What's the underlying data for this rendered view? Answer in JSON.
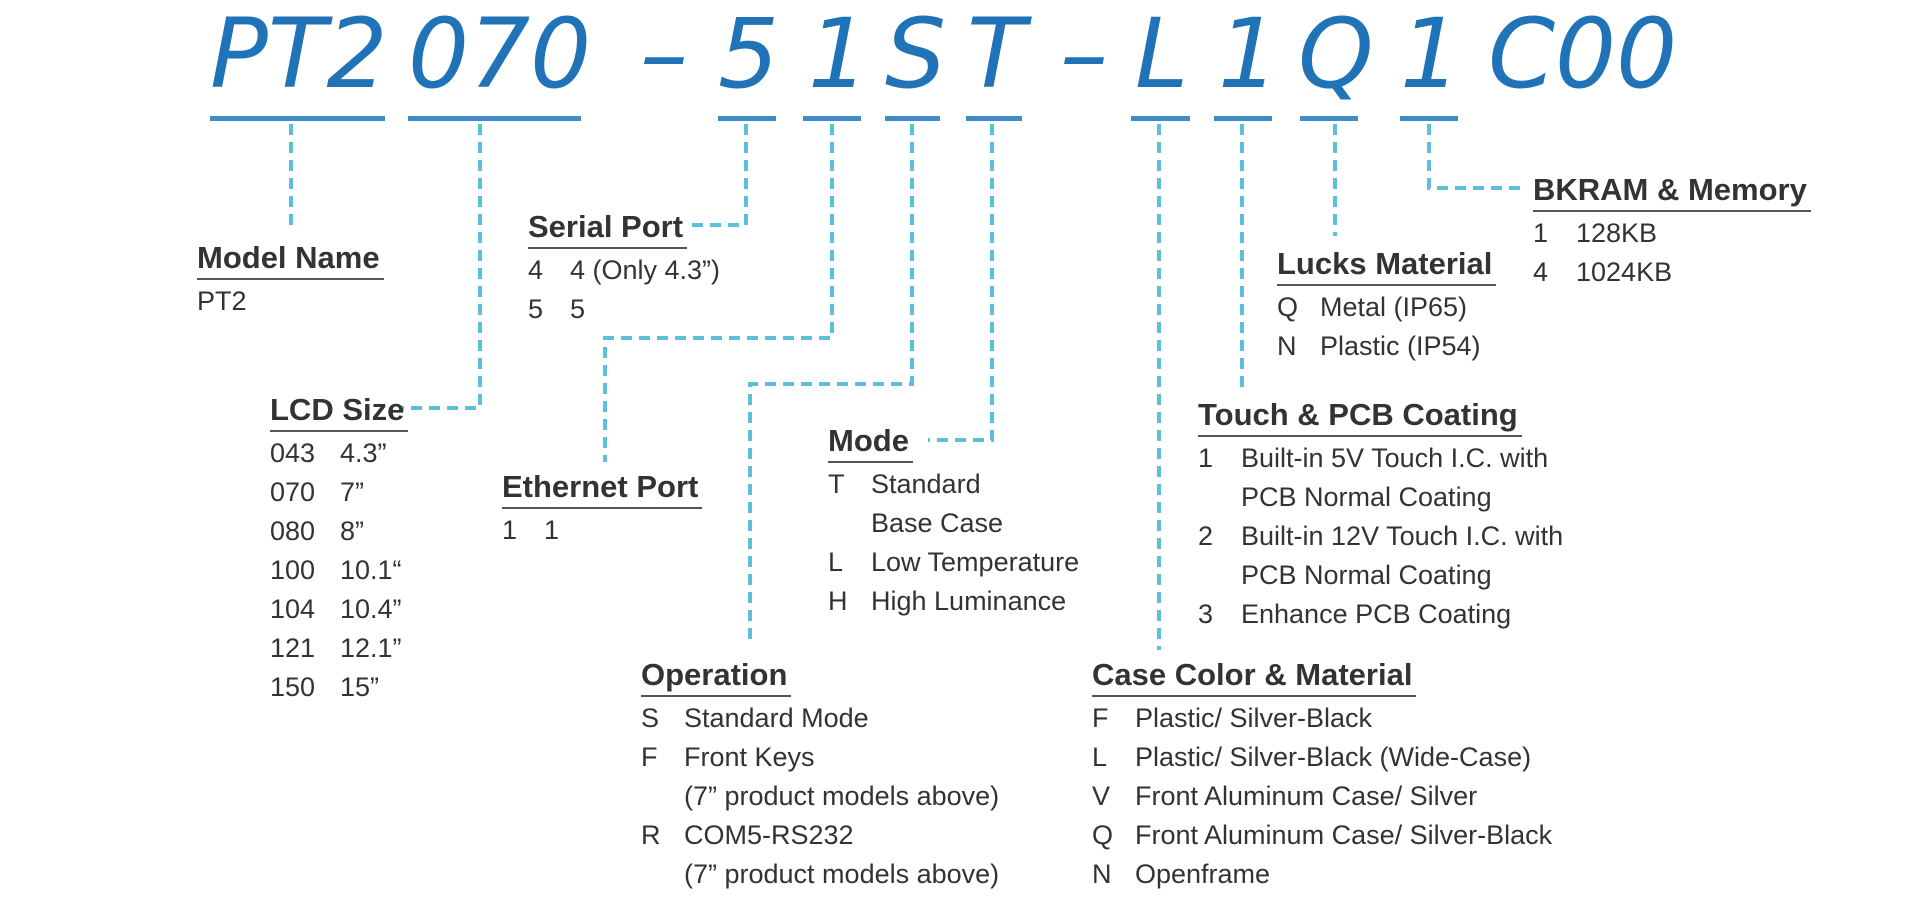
{
  "code_parts": [
    {
      "id": "pt2",
      "text": "PT2"
    },
    {
      "id": "070",
      "text": "070"
    },
    {
      "id": "dash1",
      "text": "–"
    },
    {
      "id": "5",
      "text": "5"
    },
    {
      "id": "1a",
      "text": "1"
    },
    {
      "id": "s",
      "text": "S"
    },
    {
      "id": "t",
      "text": "T"
    },
    {
      "id": "dash2",
      "text": "–"
    },
    {
      "id": "l",
      "text": "L"
    },
    {
      "id": "1b",
      "text": "1"
    },
    {
      "id": "q",
      "text": "Q"
    },
    {
      "id": "1c",
      "text": "1"
    },
    {
      "id": "c00",
      "text": "C00"
    }
  ],
  "blocks": [
    {
      "id": "model-name",
      "title": "Model Name",
      "key_width": 0,
      "rows": [
        {
          "key": "",
          "lines": [
            "PT2"
          ]
        }
      ]
    },
    {
      "id": "lcd-size",
      "title": "LCD Size",
      "key_width": 70,
      "rows": [
        {
          "key": "043",
          "lines": [
            "4.3”"
          ]
        },
        {
          "key": "070",
          "lines": [
            "7”"
          ]
        },
        {
          "key": "080",
          "lines": [
            "8”"
          ]
        },
        {
          "key": "100",
          "lines": [
            "10.1“"
          ]
        },
        {
          "key": "104",
          "lines": [
            "10.4”"
          ]
        },
        {
          "key": "121",
          "lines": [
            "12.1”"
          ]
        },
        {
          "key": "150",
          "lines": [
            "15”"
          ]
        }
      ]
    },
    {
      "id": "serial-port",
      "title": "Serial Port",
      "key_width": 42,
      "rows": [
        {
          "key": "4",
          "lines": [
            "4 (Only 4.3”)"
          ]
        },
        {
          "key": "5",
          "lines": [
            "5"
          ]
        }
      ]
    },
    {
      "id": "ethernet-port",
      "title": "Ethernet Port",
      "key_width": 42,
      "rows": [
        {
          "key": "1",
          "lines": [
            "1"
          ]
        }
      ]
    },
    {
      "id": "mode",
      "title": "Mode",
      "key_width": 43,
      "rows": [
        {
          "key": "T",
          "lines": [
            "Standard",
            "Base Case"
          ]
        },
        {
          "key": "L",
          "lines": [
            "Low Temperature"
          ]
        },
        {
          "key": "H",
          "lines": [
            "High Luminance"
          ]
        }
      ]
    },
    {
      "id": "operation",
      "title": "Operation",
      "key_width": 43,
      "rows": [
        {
          "key": "S",
          "lines": [
            "Standard Mode"
          ]
        },
        {
          "key": "F",
          "lines": [
            "Front Keys",
            "(7” product models above)"
          ]
        },
        {
          "key": "R",
          "lines": [
            "COM5-RS232",
            "(7” product models above)"
          ]
        }
      ]
    },
    {
      "id": "case-color",
      "title": "Case Color & Material",
      "key_width": 43,
      "rows": [
        {
          "key": "F",
          "lines": [
            "Plastic/ Silver-Black"
          ]
        },
        {
          "key": "L",
          "lines": [
            "Plastic/ Silver-Black (Wide-Case)"
          ]
        },
        {
          "key": "V",
          "lines": [
            "Front Aluminum Case/ Silver"
          ]
        },
        {
          "key": "Q",
          "lines": [
            "Front Aluminum Case/ Silver-Black"
          ]
        },
        {
          "key": "N",
          "lines": [
            "Openframe"
          ]
        }
      ]
    },
    {
      "id": "touch-pcb",
      "title": "Touch & PCB Coating",
      "key_width": 43,
      "rows": [
        {
          "key": "1",
          "lines": [
            "Built-in 5V Touch I.C. with",
            "PCB Normal Coating"
          ]
        },
        {
          "key": "2",
          "lines": [
            "Built-in 12V Touch I.C. with",
            "PCB Normal Coating"
          ]
        },
        {
          "key": "3",
          "lines": [
            "Enhance PCB Coating"
          ]
        }
      ]
    },
    {
      "id": "lucks-material",
      "title": "Lucks Material",
      "key_width": 43,
      "rows": [
        {
          "key": "Q",
          "lines": [
            "Metal (IP65)"
          ]
        },
        {
          "key": "N",
          "lines": [
            "Plastic (IP54)"
          ]
        }
      ]
    },
    {
      "id": "bkram-memory",
      "title": "BKRAM & Memory",
      "key_width": 43,
      "rows": [
        {
          "key": "1",
          "lines": [
            "128KB"
          ]
        },
        {
          "key": "4",
          "lines": [
            "1024KB"
          ]
        }
      ]
    }
  ],
  "colors": {
    "code": "#1f73b6",
    "underline": "#3f8cc6",
    "connector": "#5bc0d9",
    "text": "#333333"
  }
}
